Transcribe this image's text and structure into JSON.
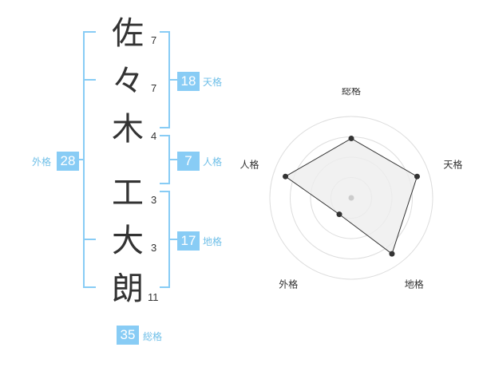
{
  "name_chars": [
    {
      "char": "佐",
      "strokes": "7"
    },
    {
      "char": "々",
      "strokes": "7"
    },
    {
      "char": "木",
      "strokes": "4"
    },
    {
      "char": "工",
      "strokes": "3"
    },
    {
      "char": "大",
      "strokes": "3"
    },
    {
      "char": "朗",
      "strokes": "11"
    }
  ],
  "fortunes": {
    "tenkaku": {
      "value": "18",
      "label": "天格"
    },
    "jinkaku": {
      "value": "7",
      "label": "人格"
    },
    "chikaku": {
      "value": "17",
      "label": "地格"
    },
    "gaikaku": {
      "value": "28",
      "label": "外格"
    },
    "soukaku": {
      "value": "35",
      "label": "総格"
    }
  },
  "colors": {
    "accent": "#88ccf5",
    "bracket": "#88ccf5",
    "label": "#6fbfe8",
    "text": "#333333",
    "radar_fill": "#eeeeee",
    "radar_ring": "#dddddd"
  },
  "chart_data": {
    "type": "radar",
    "axes": [
      "総格",
      "天格",
      "地格",
      "外格",
      "人格"
    ],
    "values": [
      0.73,
      0.85,
      0.85,
      0.25,
      0.85
    ],
    "range": [
      0,
      1
    ],
    "rings": 4,
    "grid": true
  }
}
